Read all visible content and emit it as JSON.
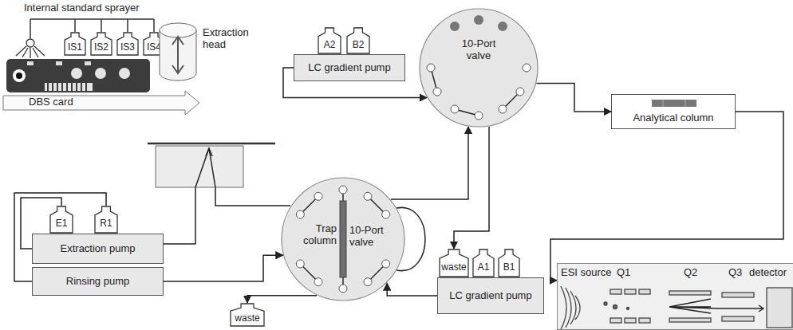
{
  "diagram": {
    "nodes": [
      {
        "text": [
          "IS1"
        ]
      },
      {
        "text": [
          "IS2"
        ]
      },
      {
        "text": [
          "IS3"
        ]
      },
      {
        "text": [
          "IS4"
        ]
      },
      {
        "text": [
          "Extraction head"
        ]
      },
      {
        "text": [
          "A2"
        ]
      },
      {
        "text": [
          "B2"
        ]
      },
      {
        "text": [
          "LC gradient pump"
        ]
      },
      {
        "text": [
          "10-Port valve"
        ]
      },
      {
        "text": [
          "Analytical column"
        ]
      },
      {
        "text": [
          "E1"
        ]
      },
      {
        "text": [
          "R1"
        ]
      },
      {
        "text": [
          "Extraction pump"
        ]
      },
      {
        "text": [
          "Rinsing pump"
        ]
      },
      {
        "text": [
          "Trap column",
          "10-Port valve"
        ]
      },
      {
        "text": [
          "waste"
        ]
      },
      {
        "text": [
          "waste"
        ]
      },
      {
        "text": [
          "A1"
        ]
      },
      {
        "text": [
          "B1"
        ]
      },
      {
        "text": [
          "LC gradient pump"
        ]
      },
      {
        "text": [
          "ESI source",
          "Q1",
          "Q2",
          "Q3",
          "detector"
        ]
      }
    ],
    "edges": [
      {
        "from": 7,
        "to": 8,
        "arrow": "to"
      },
      {
        "from": 8,
        "to": 9,
        "arrow": "to"
      },
      {
        "from": 9,
        "to": 20,
        "arrow": "to"
      },
      {
        "from": 10,
        "to": 12,
        "arrow": "none"
      },
      {
        "from": 11,
        "to": 13,
        "arrow": "none"
      },
      {
        "from": 13,
        "to": 14,
        "arrow": "to"
      },
      {
        "from": 14,
        "to": 15,
        "arrow": "to"
      },
      {
        "from": 14,
        "to": 8,
        "arrow": "to"
      },
      {
        "from": 8,
        "to": 16,
        "arrow": "to"
      },
      {
        "from": 19,
        "to": 14,
        "arrow": "to"
      }
    ],
    "labels": [
      "Internal standard sprayer",
      "DBS card"
    ]
  }
}
